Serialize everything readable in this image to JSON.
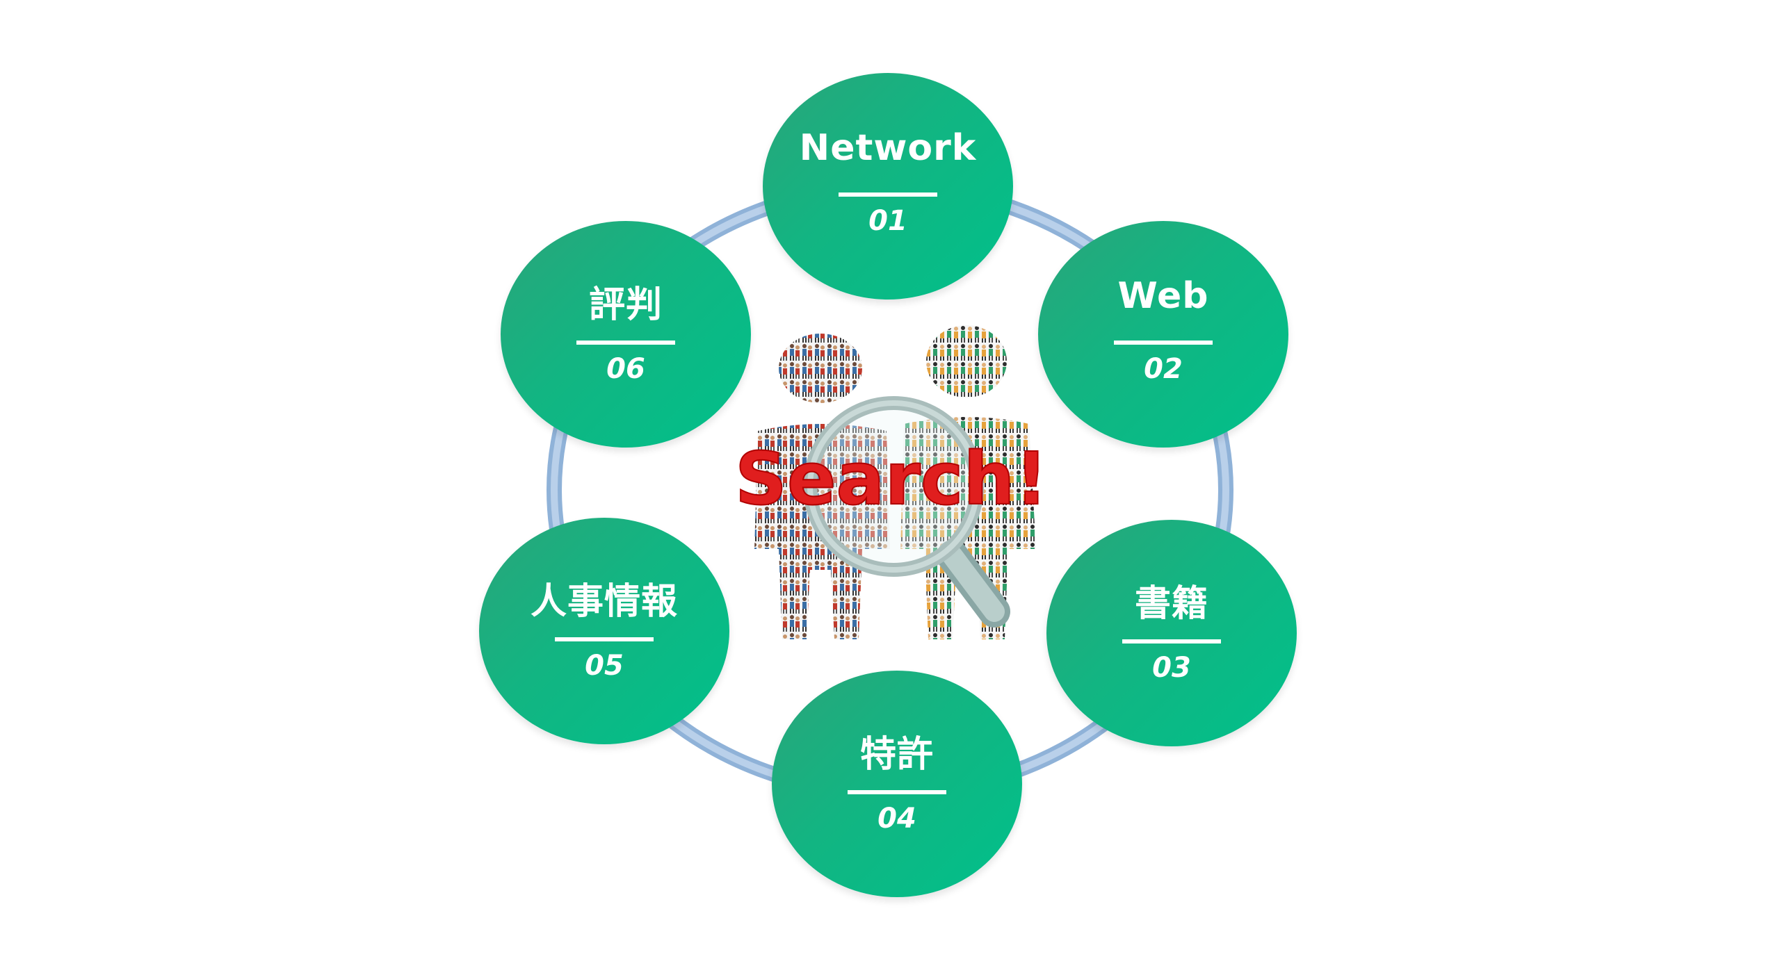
{
  "center": {
    "search_label": "Search!",
    "icon": "magnifier-over-crowd-image"
  },
  "colors": {
    "node_fill": "#12b582",
    "ring": "#a7c4e4",
    "search_text": "#e01e1e"
  },
  "nodes": [
    {
      "label": "Network",
      "num": "01"
    },
    {
      "label": "Web",
      "num": "02"
    },
    {
      "label": "書籍",
      "num": "03"
    },
    {
      "label": "特許",
      "num": "04"
    },
    {
      "label": "人事情報",
      "num": "05"
    },
    {
      "label": "評判",
      "num": "06"
    }
  ]
}
